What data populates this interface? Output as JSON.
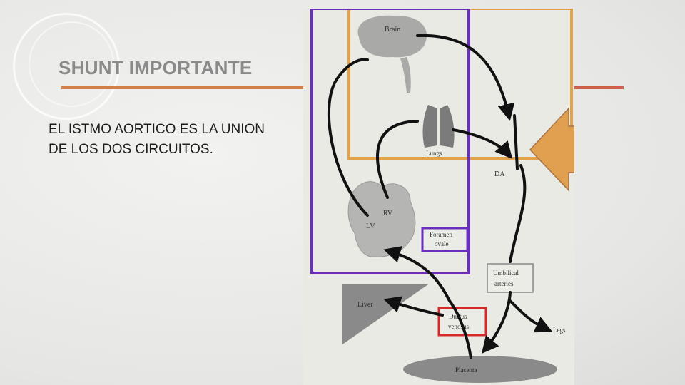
{
  "slide": {
    "title": "SHUNT IMPORTANTE",
    "body": "EL ISTMO AORTICO ES LA UNION DE LOS DOS CIRCUITOS."
  },
  "diagram": {
    "labels": {
      "brain": "Brain",
      "lungs": "Lungs",
      "da": "DA",
      "rv": "RV",
      "lv": "LV",
      "foramen_ovale_1": "Foramen",
      "foramen_ovale_2": "ovale",
      "umbilical_1": "Umbilical",
      "umbilical_2": "arteries",
      "liver": "Liver",
      "ductus_1": "Ductus",
      "ductus_2": "venosus",
      "legs": "Legs",
      "placenta": "Placenta"
    },
    "colors": {
      "purple_box": "#6a2fb8",
      "orange_box": "#e2a24a",
      "red_box": "#d42a2a",
      "pointer_arrow": "#e0a050",
      "accent_rule": "#d47e4a"
    }
  }
}
